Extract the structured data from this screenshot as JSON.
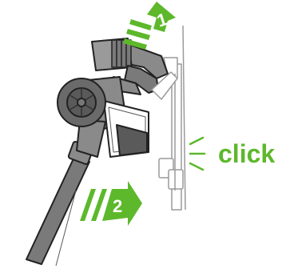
{
  "diagram": {
    "step1_number": "1",
    "step2_number": "2",
    "click_label": "click",
    "colors": {
      "accent_green": "#5db82b",
      "body_grey": "#8a8a8a",
      "dark_grey": "#6a6a6a",
      "outline": "#222222",
      "light_outline": "#9a9a9a"
    }
  }
}
